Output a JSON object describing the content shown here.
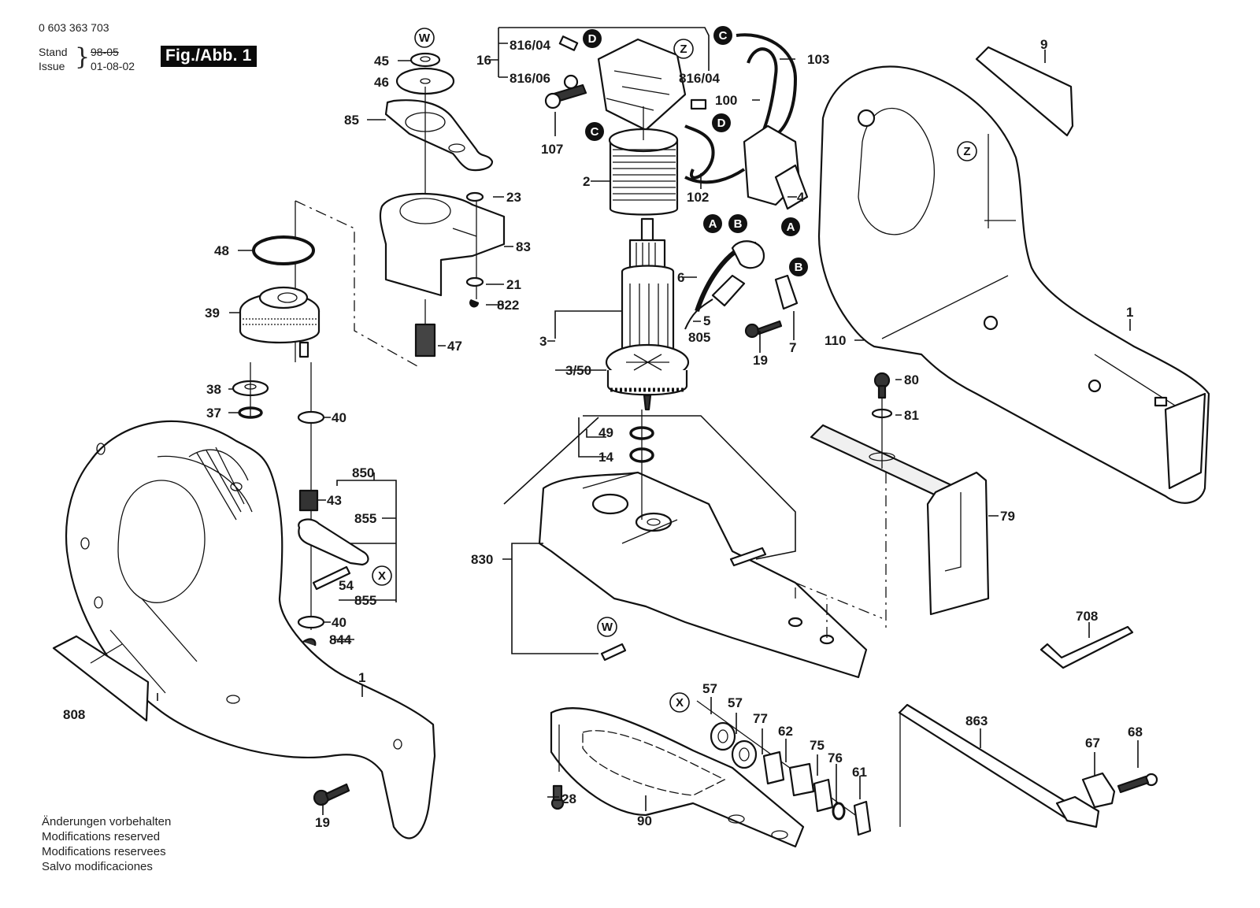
{
  "header": {
    "part_number": "0 603 363 703",
    "stand_label": "Stand",
    "issue_label": "Issue",
    "old_date": "98-05",
    "issue_date": "01-08-02",
    "figure_label": "Fig./Abb. 1"
  },
  "footer": {
    "lines": [
      "Änderungen vorbehalten",
      "Modifications reserved",
      "Modifications reservees",
      "Salvo modificaciones"
    ]
  },
  "markers": {
    "W": "W",
    "Z": "Z",
    "X": "X",
    "A": "A",
    "B": "B",
    "C": "C",
    "D": "D"
  },
  "parts": {
    "p1": "1",
    "p2": "2",
    "p3": "3",
    "p3_50": "3/50",
    "p4": "4",
    "p5": "5",
    "p6": "6",
    "p7": "7",
    "p9": "9",
    "p14": "14",
    "p16": "16",
    "p19": "19",
    "p21": "21",
    "p23": "23",
    "p28": "28",
    "p37": "37",
    "p38": "38",
    "p39": "39",
    "p40": "40",
    "p43": "43",
    "p45": "45",
    "p46": "46",
    "p47": "47",
    "p48": "48",
    "p49": "49",
    "p54": "54",
    "p57": "57",
    "p61": "61",
    "p62": "62",
    "p67": "67",
    "p68": "68",
    "p75": "75",
    "p76": "76",
    "p77": "77",
    "p79": "79",
    "p80": "80",
    "p81": "81",
    "p83": "83",
    "p85": "85",
    "p90": "90",
    "p100": "100",
    "p102": "102",
    "p103": "103",
    "p107": "107",
    "p110": "110",
    "p708": "708",
    "p805": "805",
    "p808": "808",
    "p816_04": "816/04",
    "p816_06": "816/06",
    "p822": "822",
    "p830": "830",
    "p844": "844",
    "p850": "850",
    "p855": "855",
    "p863": "863"
  }
}
